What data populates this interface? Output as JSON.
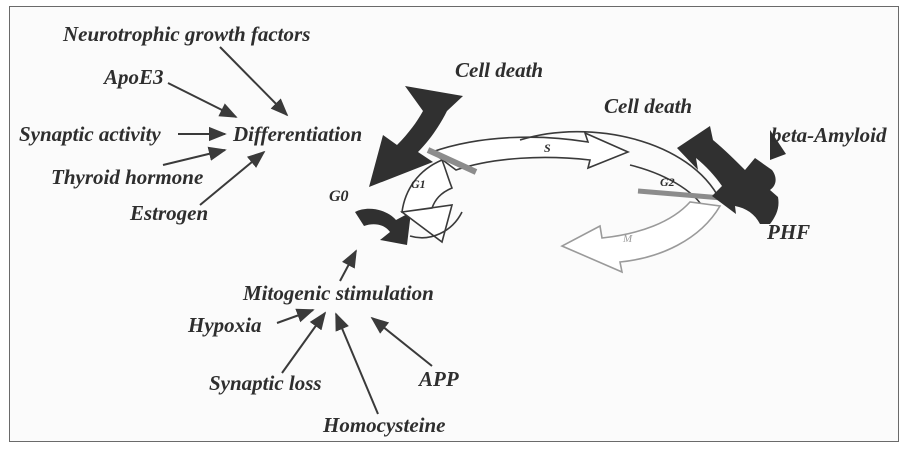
{
  "labels": {
    "neurotrophic": "Neurotrophic growth factors",
    "apoe3": "ApoE3",
    "synaptic_activity": "Synaptic activity",
    "differentiation": "Differentiation",
    "thyroid": "Thyroid hormone",
    "estrogen": "Estrogen",
    "cell_death_left": "Cell death",
    "cell_death_right": "Cell death",
    "beta_amyloid": "beta-Amyloid",
    "phf": "PHF",
    "g0": "G0",
    "g1": "G1",
    "s": "S",
    "g2": "G2",
    "m": "M",
    "mitogenic": "Mitogenic stimulation",
    "hypoxia": "Hypoxia",
    "synaptic_loss": "Synaptic loss",
    "app": "APP",
    "homocysteine": "Homocysteine"
  },
  "colors": {
    "text": "#2e2e2e",
    "dark_arrow": "#303030",
    "line": "#3a3a3a",
    "phase_marker": "#8c8c8c",
    "m_phase": "#9a9a9a"
  }
}
